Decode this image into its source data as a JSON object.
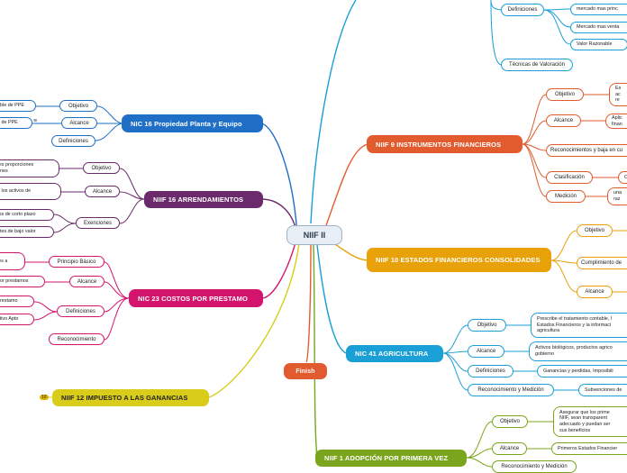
{
  "center": "NIIF II",
  "finish": "Finish",
  "colors": {
    "blue": "#1f6fc7",
    "purple": "#6b2a6b",
    "magenta": "#d3146d",
    "yellow": "#d9cc1a",
    "orange": "#e15b2e",
    "gold": "#e9a10a",
    "cyan": "#1a9fd6",
    "green": "#7aa51c"
  },
  "branches": {
    "nic16": {
      "title": "NIC 16 Propiedad Planta y Equipo",
      "objetivo": "Objetivo",
      "alcance": "Alcance",
      "definiciones": "Definiciones",
      "leaf1": "able de PPE",
      "leaf2": "n de PPE"
    },
    "niif16": {
      "title": "NIIF 16 ARRENDAMIENTOS",
      "objetivo": "Objetivo",
      "alcance": "Alcance",
      "exenciones": "Exenciones",
      "leaf1": "res proporciones\nones",
      "leaf2": "a los activos de",
      "leaf3": "tos de corto plazo",
      "leaf4": "ntes de bajo valor"
    },
    "nic23": {
      "title": "NIC 23 COSTOS POR PRESTAMO",
      "principio": "Principio Básico",
      "alcance": "Alcance",
      "definiciones": "Definiciones",
      "reconocimiento": "Reconocimiento",
      "leaf1": "les a",
      "leaf2": "por prestamos",
      "leaf3": "prestamo",
      "leaf4": "ctivo Apto"
    },
    "niif12": {
      "title": "NIIF 12 IMPUESTO A LAS GANANCIAS",
      "badge": "10"
    },
    "top": {
      "definiciones": "Definiciones",
      "tecnicas": "Técnicas de Valoración",
      "leaf1": "mercado mas princ",
      "leaf2": "Mercado mas venta",
      "leaf3": "Valor Razonable"
    },
    "niif9": {
      "title": "NIIF 9 INSTRUMENTOS FINANCIEROS",
      "objetivo": "Objetivo",
      "alcance": "Alcance",
      "reconocimiento": "Reconocimientos y baja en cu",
      "clasificacion": "Clasificación",
      "medicion": "Medición",
      "leaf1": "Es\nac\nre",
      "leaf2": "Aplic\nfinan",
      "leaf3": "C",
      "leaf4": "una\nraz"
    },
    "niif10": {
      "title": "NIIF 10 ESTADOS FINANCIEROS CONSOLIDADES",
      "objetivo": "Objetivo",
      "cumplimiento": "Cumplimiento de",
      "alcance": "Alcance"
    },
    "nic41": {
      "title": "NIC 41 AGRICULTURA",
      "objetivo": "Objetivo",
      "alcance": "Alcance",
      "definiciones": "Definiciones",
      "reconocimiento": "Reconocimiento y Medición",
      "leaf1": "Prescribe el tratamiento contable, l\nEstados Financieros y la informaci\nagricultura",
      "leaf2": "Activos biológicos, productos agrico\ngobierno",
      "leaf3": "Ganancias y perdidas, Imposibili",
      "leaf4": "Subvenciones de"
    },
    "niif1": {
      "title": "NIIF 1 ADOPCIÓN POR PRIMERA VEZ",
      "objetivo": "Objetivo",
      "alcance": "Alcance",
      "reconocimiento": "Reconocimiento y Medición",
      "leaf1": "Asegurar que los prime\nNIIF, sean transparent\nadecuado y puedan ser\nsus beneficios",
      "leaf2": "Primeros Estados Financier"
    }
  }
}
